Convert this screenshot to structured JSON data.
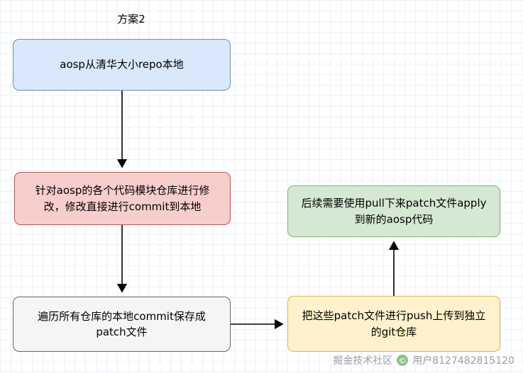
{
  "title": "方案2",
  "nodes": {
    "source": {
      "label": "aosp从清华大小repo本地",
      "fill": "#dae8fc",
      "border": "#6c8ebf"
    },
    "modify": {
      "label": "针对aosp的各个代码模块仓库进行修改，修改直接进行commit到本地",
      "fill": "#f8cecc",
      "border": "#b85450"
    },
    "save_patch": {
      "label": "遍历所有仓库的本地commit保存成patch文件",
      "fill": "#f5f5f5",
      "border": "#666666"
    },
    "push": {
      "label": "把这些patch文件进行push上传到独立的git仓库",
      "fill": "#fff2cc",
      "border": "#d6b656"
    },
    "apply": {
      "label": "后续需要使用pull下来patch文件apply到新的aosp代码",
      "fill": "#d5e8d4",
      "border": "#82b366"
    }
  },
  "edges": [
    {
      "from": "source",
      "to": "modify",
      "direction": "down"
    },
    {
      "from": "modify",
      "to": "save_patch",
      "direction": "down"
    },
    {
      "from": "save_patch",
      "to": "push",
      "direction": "right"
    },
    {
      "from": "push",
      "to": "apply",
      "direction": "up"
    }
  ],
  "watermark": {
    "site": "掘金技术社区",
    "icon": "©",
    "user": "用户8127482815120"
  }
}
